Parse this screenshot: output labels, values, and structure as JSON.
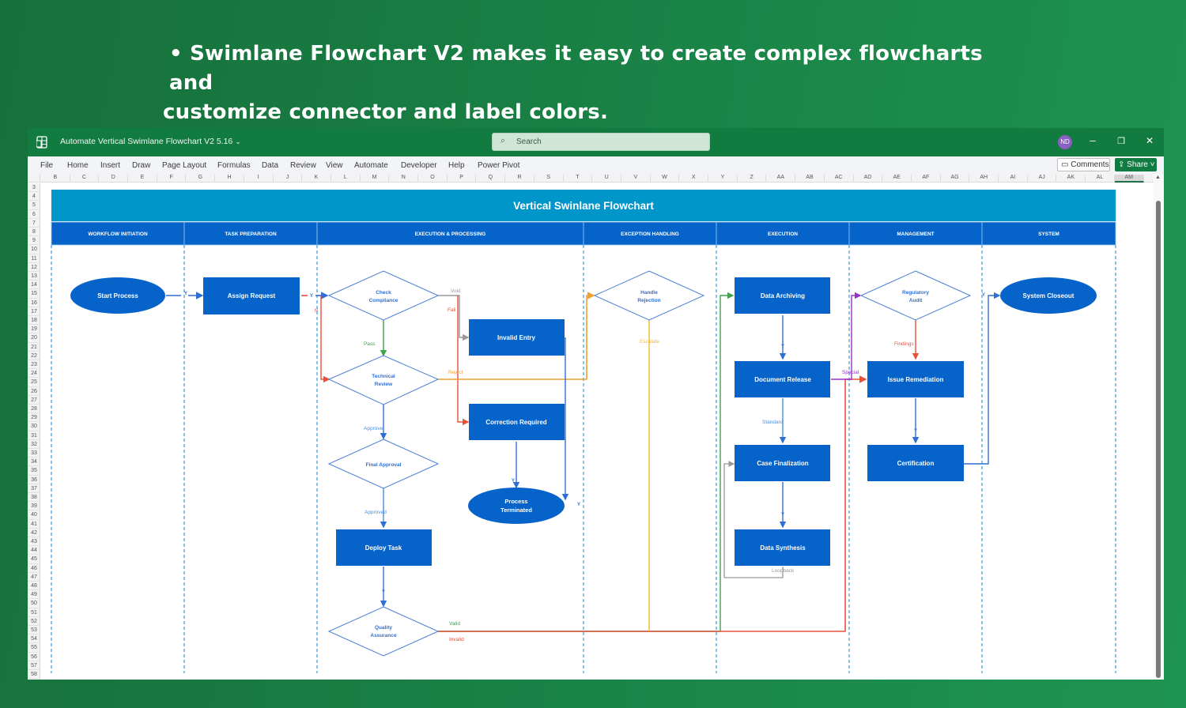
{
  "headline": {
    "line1": "• Swimlane Flowchart V2 makes it easy to create complex flowcharts and",
    "line2": "customize connector and label colors."
  },
  "window": {
    "app_icon": "excel-icon",
    "title": "Automate Vertical Swimlane Flowchart V2 5.16",
    "title_chevron": "⌄",
    "search_placeholder": "Search",
    "search_icon": "⌕",
    "avatar_initials": "ND",
    "minimize": "–",
    "restore": "❐",
    "close": "✕"
  },
  "ribbon": {
    "tabs": [
      "File",
      "Home",
      "Insert",
      "Draw",
      "Page Layout",
      "Formulas",
      "Data",
      "Review",
      "View",
      "Automate",
      "Developer",
      "Help",
      "Power Pivot"
    ],
    "comments_label": "Comments",
    "share_label": "Share"
  },
  "columns": [
    "B",
    "C",
    "D",
    "E",
    "F",
    "G",
    "H",
    "I",
    "J",
    "K",
    "L",
    "M",
    "N",
    "O",
    "P",
    "Q",
    "R",
    "S",
    "T",
    "U",
    "V",
    "W",
    "X",
    "Y",
    "Z",
    "AA",
    "AB",
    "AC",
    "AD",
    "AE",
    "AF",
    "AG",
    "AH",
    "AI",
    "AJ",
    "AK",
    "AL",
    "AM"
  ],
  "selected_column": "AM",
  "rows_start": 3,
  "rows_end": 58,
  "flowchart": {
    "title": "Vertical Swinlane Flowchart",
    "colors": {
      "title_bar": "#0096c9",
      "lane_header": "#0563c9",
      "shape_fill": "#0563c9",
      "diamond_stroke": "#4a7fd4",
      "blue": "#2f6fd3",
      "red": "#e8503a",
      "green": "#3fa34d",
      "orange": "#f0a030",
      "gray": "#999999",
      "purple": "#9b30c8",
      "lane_divider": "#3a9ad6"
    },
    "lanes": [
      "WORKFLOW INITIATION",
      "TASK PREPARATION",
      "EXECUTION & PROCESSING",
      "EXCEPTION HANDLING",
      "EXECUTION",
      "MANAGEMENT",
      "SYSTEM"
    ],
    "nodes": {
      "start_process": "Start Process",
      "assign_request": "Assign Request",
      "check_compliance": [
        "Check",
        "Compliance"
      ],
      "technical_review": [
        "Technical",
        "Review"
      ],
      "final_approval": "Final Approval",
      "deploy_task": "Deploy Task",
      "quality_assurance": [
        "Quality",
        "Assurance"
      ],
      "invalid_entry": "Invalid Entry",
      "correction_required": "Correction Required",
      "process_terminated": [
        "Process",
        "Terminated"
      ],
      "handle_rejection": [
        "Handle",
        "Rejection"
      ],
      "data_archiving": "Data Archiving",
      "document_release": "Document Release",
      "case_finalization": "Case Finalization",
      "data_synthesis": "Data Synthesis",
      "regulatory_audit": [
        "Regulatory",
        "Audit"
      ],
      "issue_remediation": "Issue Remediation",
      "certification": "Certification",
      "system_closeout": "System Closeout"
    },
    "labels": {
      "y": "Y",
      "n": "N",
      "void": "Void",
      "fail": "Fail",
      "pass": "Pass",
      "reject": "Reject",
      "approve": "Approve",
      "approved": "Approved",
      "escalate": "Escalate",
      "standard": "Standard",
      "loopback": "Loopback",
      "special": "Special",
      "findings": "Findings",
      "valid": "Valid",
      "invalid": "Invalid"
    }
  }
}
